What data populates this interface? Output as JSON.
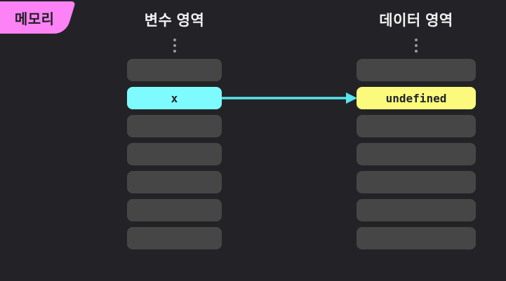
{
  "title_badge": {
    "label": "메모리"
  },
  "columns": {
    "variables": {
      "header": "변수 영역",
      "cells": [
        "",
        "x",
        "",
        "",
        "",
        "",
        ""
      ]
    },
    "data": {
      "header": "데이터 영역",
      "cells": [
        "",
        "undefined",
        "",
        "",
        "",
        "",
        ""
      ]
    }
  },
  "arrow": {
    "from": "x",
    "to": "undefined",
    "direction": "right"
  },
  "colors": {
    "background": "#232327",
    "badge_pink": "#fc82f5",
    "cell_gray": "#464646",
    "highlight_cyan": "#7efbff",
    "highlight_yellow": "#fbfa7d",
    "arrow_cyan": "#55e5ee",
    "header_text": "#f2f2f2"
  }
}
